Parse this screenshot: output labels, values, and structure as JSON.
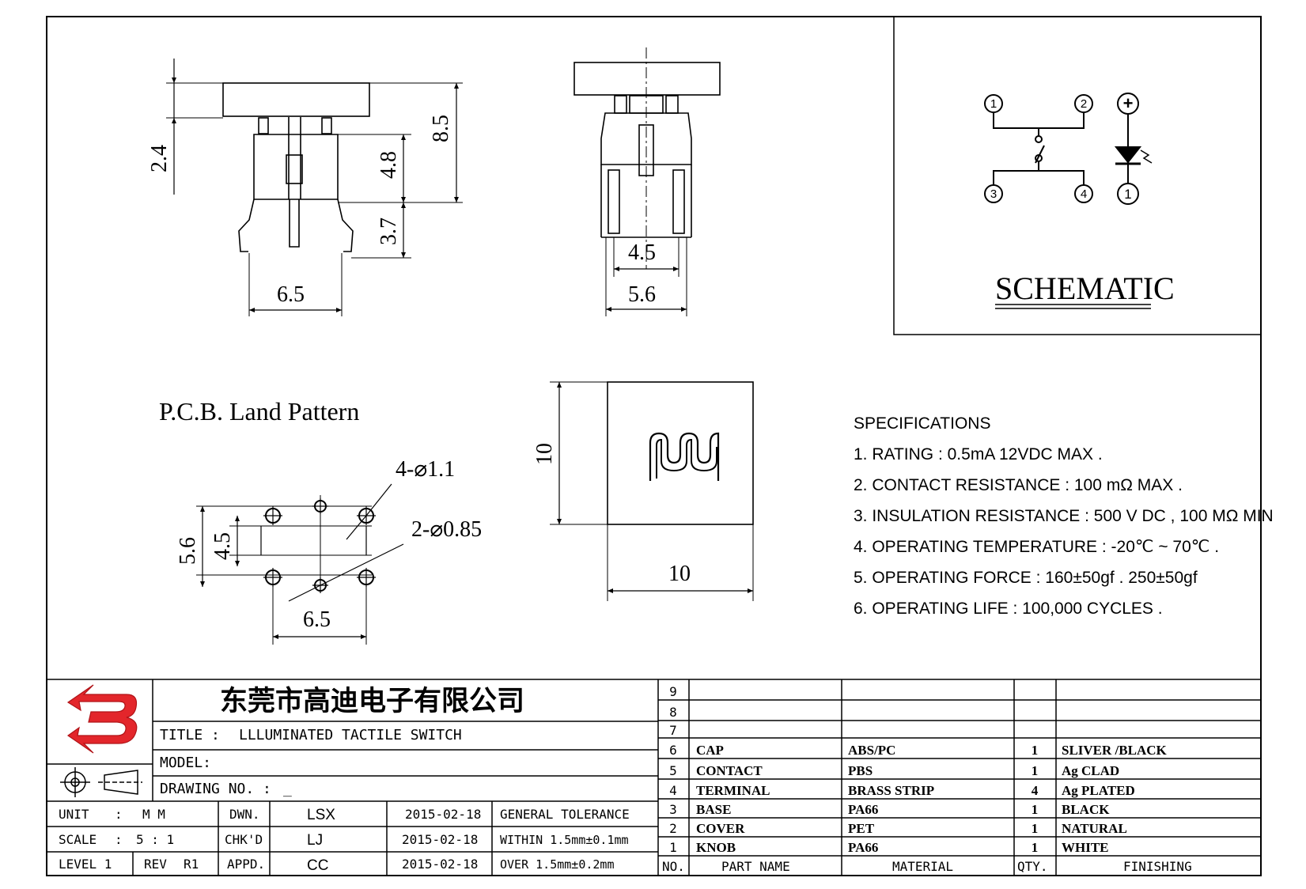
{
  "drawing": {
    "side_view": {
      "dim_height_cap": "2.4",
      "dim_total": "8.5",
      "dim_body": "4.8",
      "dim_pin": "3.7",
      "dim_width": "6.5"
    },
    "front_view": {
      "dim_inner": "4.5",
      "dim_outer": "5.6"
    },
    "top_view": {
      "dim_height": "10",
      "dim_width": "10"
    },
    "pcb": {
      "title": "P.C.B. Land Pattern",
      "hole_large": "4-⌀1.1",
      "hole_small": "2-⌀0.85",
      "dim_outer_h": "5.6",
      "dim_inner_h": "4.5",
      "dim_width": "6.5"
    },
    "schematic": {
      "title": "SCHEMATIC",
      "pins": {
        "p1": "1",
        "p2": "2",
        "p3": "3",
        "p4": "4",
        "led_plus": "+",
        "led_minus": "1"
      }
    }
  },
  "specifications": {
    "heading": "SPECIFICATIONS",
    "items": [
      "1. RATING : 0.5mA 12VDC MAX .",
      "2. CONTACT RESISTANCE : 100 mΩ MAX .",
      "3. INSULATION RESISTANCE : 500 V DC , 100 MΩ MIN",
      "4. OPERATING TEMPERATURE : -20℃ ~ 70℃ .",
      "5. OPERATING FORCE : 160±50gf . 250±50gf",
      "6. OPERATING LIFE : 100,000 CYCLES ."
    ]
  },
  "title_block": {
    "company": "东莞市高迪电子有限公司",
    "title_label": "TITLE :",
    "title_value": "LLLUMINATED TACTILE SWITCH",
    "model_label": "MODEL:",
    "drawing_no_label": "DRAWING NO. :",
    "drawing_no_value": "_",
    "rows": [
      {
        "c1": "UNIT",
        "c1b": ":",
        "c1c": "M M",
        "role": "DWN.",
        "name": "LSX",
        "date": "2015-02-18",
        "tol": "GENERAL TOLERANCE"
      },
      {
        "c1": "SCALE",
        "c1b": ":",
        "c1c": "5 : 1",
        "role": "CHK'D",
        "name": "LJ",
        "date": "2015-02-18",
        "tol": "WITHIN 1.5mm±0.1mm"
      },
      {
        "c1": "LEVEL 1",
        "c1b": "REV",
        "c1c": "R1",
        "role": "APPD.",
        "name": "CC",
        "date": "2015-02-18",
        "tol": "OVER 1.5mm±0.2mm"
      }
    ]
  },
  "bom": {
    "headers": {
      "no": "NO.",
      "part": "PART NAME",
      "material": "MATERIAL",
      "qty": "QTY.",
      "finishing": "FINISHING"
    },
    "rows": [
      {
        "no": "9",
        "part": "",
        "material": "",
        "qty": "",
        "finishing": ""
      },
      {
        "no": "8",
        "part": "",
        "material": "",
        "qty": "",
        "finishing": ""
      },
      {
        "no": "7",
        "part": "",
        "material": "",
        "qty": "",
        "finishing": ""
      },
      {
        "no": "6",
        "part": "CAP",
        "material": "ABS/PC",
        "qty": "1",
        "finishing": "SLIVER /BLACK"
      },
      {
        "no": "5",
        "part": "CONTACT",
        "material": "PBS",
        "qty": "1",
        "finishing": "Ag CLAD"
      },
      {
        "no": "4",
        "part": "TERMINAL",
        "material": "BRASS STRIP",
        "qty": "4",
        "finishing": "Ag PLATED"
      },
      {
        "no": "3",
        "part": "BASE",
        "material": "PA66",
        "qty": "1",
        "finishing": "BLACK"
      },
      {
        "no": "2",
        "part": "COVER",
        "material": "PET",
        "qty": "1",
        "finishing": "NATURAL"
      },
      {
        "no": "1",
        "part": "KNOB",
        "material": "PA66",
        "qty": "1",
        "finishing": "WHITE"
      }
    ]
  },
  "colors": {
    "logo_red": "#e3262b",
    "line": "#000000"
  }
}
